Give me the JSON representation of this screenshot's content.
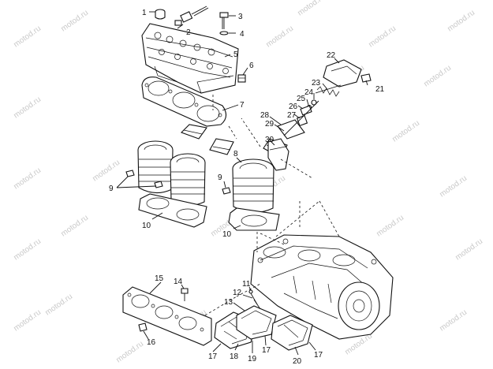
{
  "watermark": "motod.ru",
  "callouts": [
    {
      "id": "c1",
      "text": "1"
    },
    {
      "id": "c2",
      "text": "2"
    },
    {
      "id": "c3",
      "text": "3"
    },
    {
      "id": "c4",
      "text": "4"
    },
    {
      "id": "c5",
      "text": "5"
    },
    {
      "id": "c6",
      "text": "6"
    },
    {
      "id": "c7",
      "text": "7"
    },
    {
      "id": "c8",
      "text": "8"
    },
    {
      "id": "c9a",
      "text": "9"
    },
    {
      "id": "c9b",
      "text": "9"
    },
    {
      "id": "c10a",
      "text": "10"
    },
    {
      "id": "c10b",
      "text": "10"
    },
    {
      "id": "c11",
      "text": "11"
    },
    {
      "id": "c12",
      "text": "12"
    },
    {
      "id": "c13",
      "text": "13"
    },
    {
      "id": "c14",
      "text": "14"
    },
    {
      "id": "c15",
      "text": "15"
    },
    {
      "id": "c16",
      "text": "16"
    },
    {
      "id": "c17a",
      "text": "17"
    },
    {
      "id": "c17b",
      "text": "17"
    },
    {
      "id": "c17c",
      "text": "17"
    },
    {
      "id": "c18",
      "text": "18"
    },
    {
      "id": "c19",
      "text": "19"
    },
    {
      "id": "c20",
      "text": "20"
    },
    {
      "id": "c21",
      "text": "21"
    },
    {
      "id": "c22",
      "text": "22"
    },
    {
      "id": "c23",
      "text": "23"
    },
    {
      "id": "c24",
      "text": "24"
    },
    {
      "id": "c25",
      "text": "25"
    },
    {
      "id": "c26",
      "text": "26"
    },
    {
      "id": "c27",
      "text": "27"
    },
    {
      "id": "c28",
      "text": "28"
    },
    {
      "id": "c29",
      "text": "29"
    },
    {
      "id": "c30",
      "text": "30"
    }
  ]
}
